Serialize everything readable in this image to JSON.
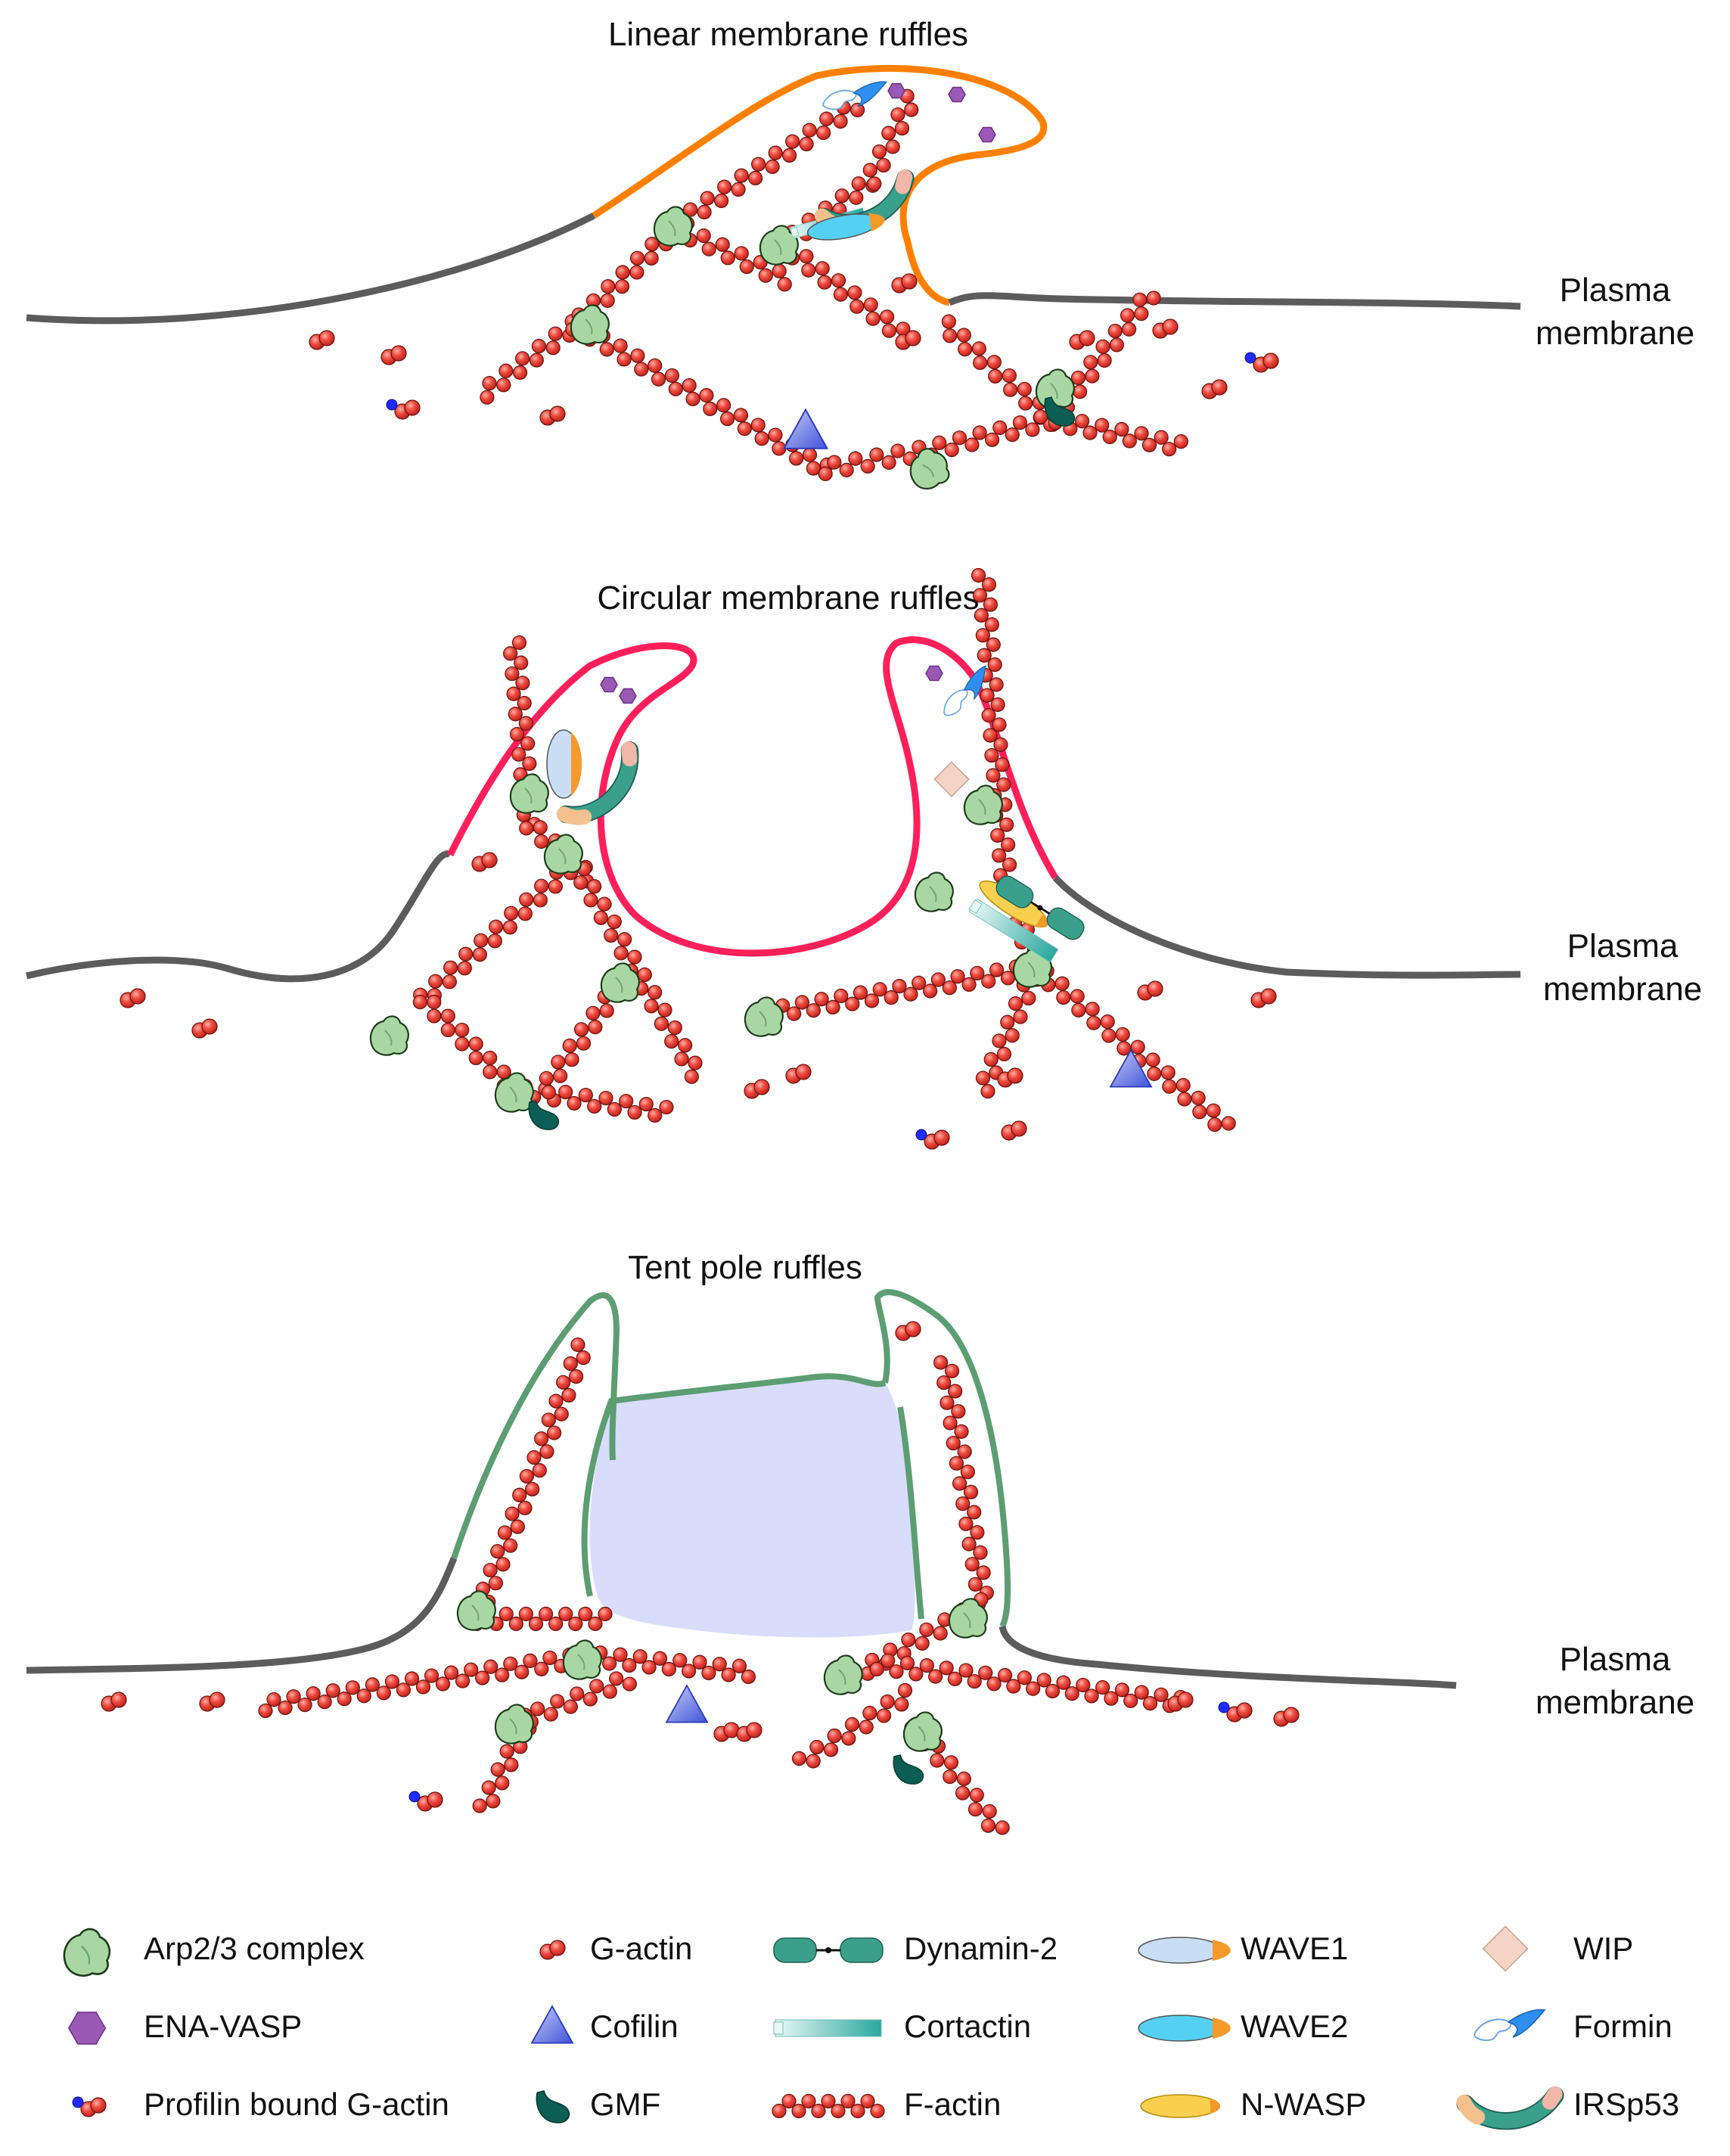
{
  "panels": [
    {
      "title": "Linear membrane ruffles",
      "membrane_label_line1": "Plasma",
      "membrane_label_line2": "membrane",
      "ruffle_color": "#ff8000"
    },
    {
      "title": "Circular membrane ruffles",
      "membrane_label_line1": "Plasma",
      "membrane_label_line2": "membrane",
      "ruffle_color": "#ff1f5a"
    },
    {
      "title": "Tent pole ruffles",
      "membrane_label_line1": "Plasma",
      "membrane_label_line2": "membrane",
      "ruffle_color": "#5c9e72",
      "macropinosome_color": "#d9dcfb"
    }
  ],
  "membrane_color": "#5c5c5c",
  "legend": [
    {
      "label": "Arp2/3 complex",
      "icon": "arp23-complex-icon",
      "color": "#a9d7a4"
    },
    {
      "label": "ENA-VASP",
      "icon": "ena-vasp-icon",
      "color": "#9b59b6"
    },
    {
      "label": "Profilin bound G-actin",
      "icon": "profilin-bound-g-actin-icon",
      "color": "#1f2bff"
    },
    {
      "label": "G-actin",
      "icon": "g-actin-icon",
      "color": "#e53935"
    },
    {
      "label": "Cofilin",
      "icon": "cofilin-icon",
      "color": "#5d6fe0"
    },
    {
      "label": "GMF",
      "icon": "gmf-icon",
      "color": "#0b5e54"
    },
    {
      "label": "Dynamin-2",
      "icon": "dynamin-2-icon",
      "color": "#3aa08c"
    },
    {
      "label": "Cortactin",
      "icon": "cortactin-icon",
      "color": "#35b5ad"
    },
    {
      "label": "F-actin",
      "icon": "f-actin-icon",
      "color": "#e53935"
    },
    {
      "label": "WAVE1",
      "icon": "wave1-icon",
      "color": "#c9ddf4"
    },
    {
      "label": "WAVE2",
      "icon": "wave2-icon",
      "color": "#56d0f2"
    },
    {
      "label": "N-WASP",
      "icon": "n-wasp-icon",
      "color": "#f8cf4f"
    },
    {
      "label": "WIP",
      "icon": "wip-icon",
      "color": "#f3d4c5"
    },
    {
      "label": "Formin",
      "icon": "formin-icon",
      "color": "#2e8ff0"
    },
    {
      "label": "IRSp53",
      "icon": "irsp53-icon",
      "color": "#3aa08c"
    }
  ]
}
